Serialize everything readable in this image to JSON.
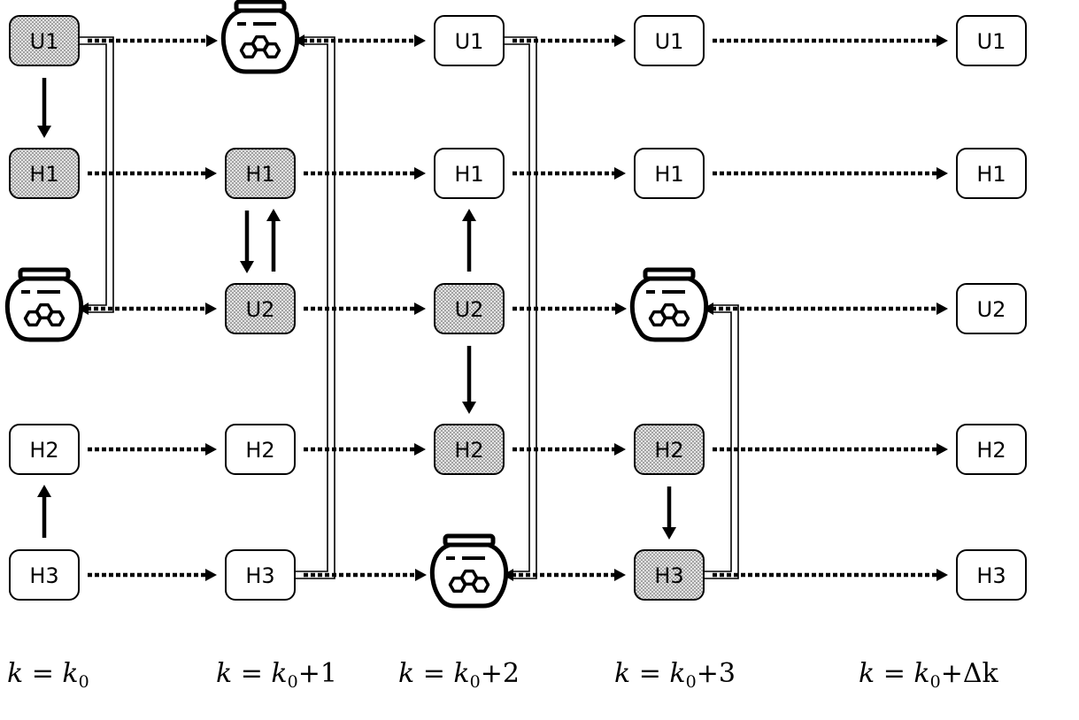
{
  "diagram": {
    "columns": [
      {
        "rows": [
          {
            "label": "U1",
            "style": "dotted"
          },
          {
            "label": "H1",
            "style": "dotted"
          },
          {
            "label": "",
            "style": "honeypot"
          },
          {
            "label": "H2",
            "style": "plain"
          },
          {
            "label": "H3",
            "style": "plain"
          }
        ]
      },
      {
        "rows": [
          {
            "label": "",
            "style": "honeypot"
          },
          {
            "label": "H1",
            "style": "dotted"
          },
          {
            "label": "U2",
            "style": "dotted"
          },
          {
            "label": "H2",
            "style": "plain"
          },
          {
            "label": "H3",
            "style": "plain"
          }
        ]
      },
      {
        "rows": [
          {
            "label": "U1",
            "style": "plain"
          },
          {
            "label": "H1",
            "style": "plain"
          },
          {
            "label": "U2",
            "style": "dotted"
          },
          {
            "label": "H2",
            "style": "dotted"
          },
          {
            "label": "",
            "style": "honeypot"
          }
        ]
      },
      {
        "rows": [
          {
            "label": "U1",
            "style": "plain"
          },
          {
            "label": "H1",
            "style": "plain"
          },
          {
            "label": "",
            "style": "honeypot"
          },
          {
            "label": "H2",
            "style": "dotted"
          },
          {
            "label": "H3",
            "style": "dotted"
          }
        ]
      },
      {
        "rows": [
          {
            "label": "U1",
            "style": "plain"
          },
          {
            "label": "H1",
            "style": "plain"
          },
          {
            "label": "U2",
            "style": "plain"
          },
          {
            "label": "H2",
            "style": "plain"
          },
          {
            "label": "H3",
            "style": "plain"
          }
        ]
      }
    ],
    "transitions": [
      {
        "from": [
          0,
          0
        ],
        "to": [
          1,
          0
        ],
        "kind": "dotted"
      },
      {
        "from": [
          0,
          1
        ],
        "to": [
          1,
          1
        ],
        "kind": "dotted"
      },
      {
        "from": [
          0,
          2
        ],
        "to": [
          1,
          2
        ],
        "kind": "dotted"
      },
      {
        "from": [
          0,
          3
        ],
        "to": [
          1,
          3
        ],
        "kind": "dotted"
      },
      {
        "from": [
          0,
          4
        ],
        "to": [
          1,
          4
        ],
        "kind": "dotted"
      },
      {
        "from": [
          1,
          0
        ],
        "to": [
          2,
          0
        ],
        "kind": "dotted"
      },
      {
        "from": [
          1,
          1
        ],
        "to": [
          2,
          1
        ],
        "kind": "dotted"
      },
      {
        "from": [
          1,
          2
        ],
        "to": [
          2,
          2
        ],
        "kind": "dotted"
      },
      {
        "from": [
          1,
          3
        ],
        "to": [
          2,
          3
        ],
        "kind": "dotted"
      },
      {
        "from": [
          1,
          4
        ],
        "to": [
          2,
          4
        ],
        "kind": "dotted"
      },
      {
        "from": [
          2,
          0
        ],
        "to": [
          3,
          0
        ],
        "kind": "dotted"
      },
      {
        "from": [
          2,
          1
        ],
        "to": [
          3,
          1
        ],
        "kind": "dotted"
      },
      {
        "from": [
          2,
          2
        ],
        "to": [
          3,
          2
        ],
        "kind": "dotted"
      },
      {
        "from": [
          2,
          3
        ],
        "to": [
          3,
          3
        ],
        "kind": "dotted"
      },
      {
        "from": [
          2,
          4
        ],
        "to": [
          3,
          4
        ],
        "kind": "dotted"
      },
      {
        "from": [
          3,
          0
        ],
        "to": [
          4,
          0
        ],
        "kind": "dotted"
      },
      {
        "from": [
          3,
          1
        ],
        "to": [
          4,
          1
        ],
        "kind": "dotted"
      },
      {
        "from": [
          3,
          2
        ],
        "to": [
          4,
          2
        ],
        "kind": "dotted"
      },
      {
        "from": [
          3,
          3
        ],
        "to": [
          4,
          3
        ],
        "kind": "dotted"
      },
      {
        "from": [
          3,
          4
        ],
        "to": [
          4,
          4
        ],
        "kind": "dotted"
      },
      {
        "from": [
          0,
          0
        ],
        "to": [
          0,
          1
        ],
        "kind": "solid"
      },
      {
        "from": [
          0,
          4
        ],
        "to": [
          0,
          3
        ],
        "kind": "solid"
      },
      {
        "from": [
          1,
          1
        ],
        "to": [
          1,
          2
        ],
        "kind": "solid"
      },
      {
        "from": [
          1,
          2
        ],
        "to": [
          1,
          1
        ],
        "kind": "solid"
      },
      {
        "from": [
          2,
          2
        ],
        "to": [
          2,
          1
        ],
        "kind": "solid"
      },
      {
        "from": [
          2,
          2
        ],
        "to": [
          2,
          3
        ],
        "kind": "solid"
      },
      {
        "from": [
          3,
          3
        ],
        "to": [
          3,
          4
        ],
        "kind": "solid"
      },
      {
        "from": [
          0,
          0
        ],
        "to": [
          0,
          2
        ],
        "kind": "double"
      },
      {
        "from": [
          1,
          4
        ],
        "to": [
          1,
          0
        ],
        "kind": "double"
      },
      {
        "from": [
          2,
          0
        ],
        "to": [
          2,
          4
        ],
        "kind": "double"
      },
      {
        "from": [
          3,
          4
        ],
        "to": [
          3,
          2
        ],
        "kind": "double"
      }
    ]
  },
  "time_labels": [
    {
      "lhs": "k",
      "eq": " = ",
      "var": "k",
      "sub": "0",
      "suffix": ""
    },
    {
      "lhs": "k",
      "eq": " = ",
      "var": "k",
      "sub": "0",
      "suffix": "+1"
    },
    {
      "lhs": "k",
      "eq": " = ",
      "var": "k",
      "sub": "0",
      "suffix": "+2"
    },
    {
      "lhs": "k",
      "eq": " = ",
      "var": "k",
      "sub": "0",
      "suffix": "+3"
    },
    {
      "lhs": "k",
      "eq": " = ",
      "var": "k",
      "sub": "0",
      "suffix": "+Δk"
    }
  ],
  "colors": {
    "ink": "#000000",
    "dotted_fill": "#d9d9d9",
    "background": "#ffffff"
  },
  "icons": {
    "honeypot": "honeypot-icon"
  }
}
